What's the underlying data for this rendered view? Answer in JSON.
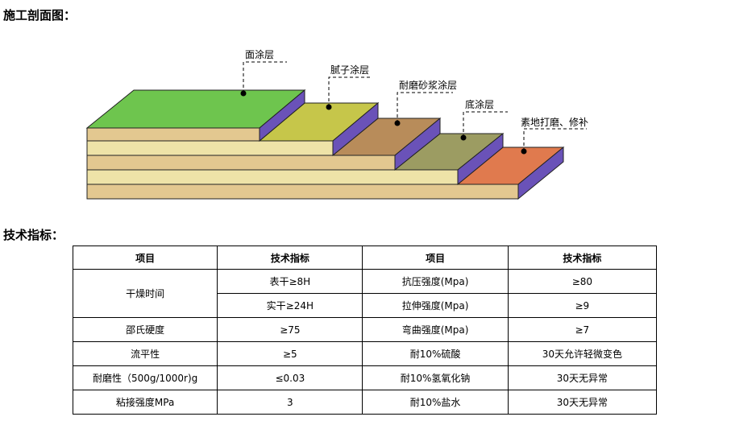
{
  "headings": {
    "section_diagram": "施工剖面图：",
    "section_specs": "技术指标："
  },
  "diagram": {
    "labels": {
      "top_coat": "面涂层",
      "putty_coat": "腻子涂层",
      "mortar_coat": "耐磨砂浆涂层",
      "primer_coat": "底涂层",
      "substrate": "素地打磨、修补"
    },
    "colors": {
      "top_coat": "#6ec54e",
      "putty_coat": "#c6c64a",
      "mortar_coat": "#b88c5a",
      "primer_coat": "#9c9c62",
      "substrate": "#e07a4e",
      "side": "#6a52b8",
      "base": "#e3c890",
      "base_alt": "#eee3a8"
    }
  },
  "table": {
    "headers": [
      "项目",
      "技术指标",
      "项目",
      "技术指标"
    ],
    "rows": {
      "drying": {
        "item": "干燥时间",
        "surface": "表干≥8H",
        "hard": "实干≥24H",
        "right1_item": "抗压强度(Mpa)",
        "right1_value": "≥80",
        "right2_item": "拉伸强度(Mpa)",
        "right2_value": "≥9"
      },
      "r3": {
        "c1": "邵氏硬度",
        "c2": "≥75",
        "c3": "弯曲强度(Mpa)",
        "c4": "≥7"
      },
      "r4": {
        "c1": "流平性",
        "c2": "≥5",
        "c3": "耐10%硫酸",
        "c4": "30天允许轻微变色"
      },
      "r5": {
        "c1": "耐磨性（500g/1000r)g",
        "c2": "≤0.03",
        "c3": "耐10%氢氧化钠",
        "c4": "30天无异常"
      },
      "r6": {
        "c1": "粘接强度MPa",
        "c2": "3",
        "c3": "耐10%盐水",
        "c4": "30天无异常"
      }
    }
  }
}
